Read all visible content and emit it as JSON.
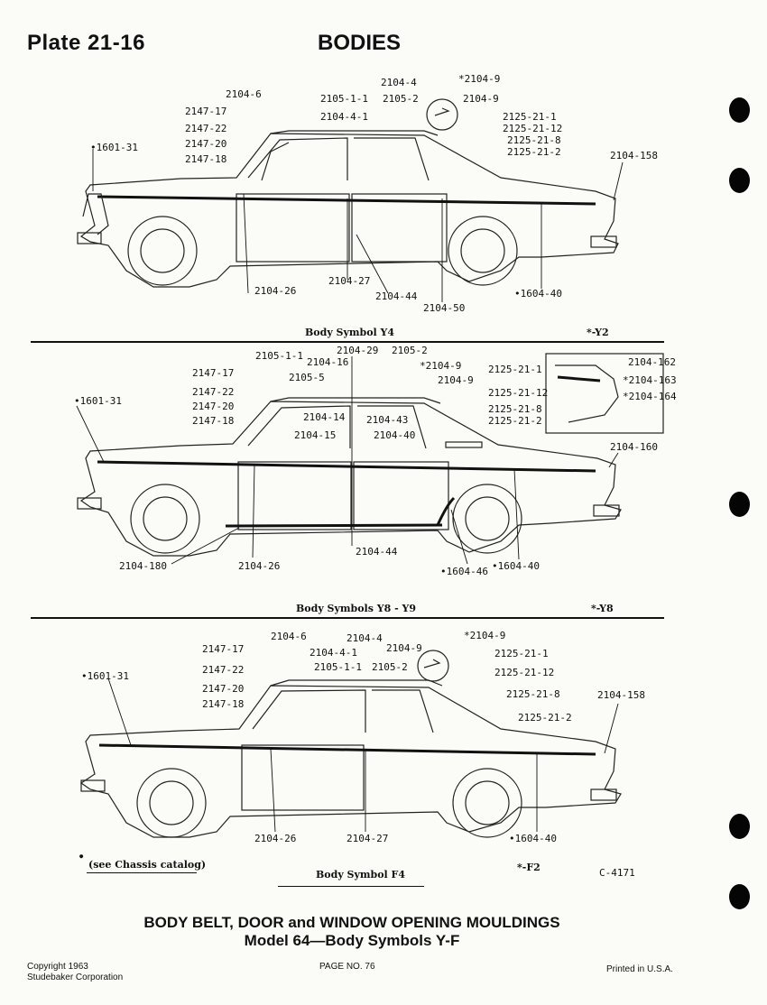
{
  "header": {
    "plate": "Plate 21-16",
    "title": "BODIES"
  },
  "diagram1": {
    "caption": "Body Symbol Y4",
    "note": "*-Y2",
    "labels": [
      "*2104-9",
      "2104-4",
      "2104-6",
      "2105-1-1",
      "2105-2",
      "2104-9",
      "2147-17",
      "2104-4-1",
      "2125-21-1",
      "2147-22",
      "2125-21-12",
      "2147-20",
      "2125-21-8",
      "•1601-31",
      "2125-21-2",
      "2147-18",
      "2104-158",
      "2104-27",
      "2104-26",
      "2104-44",
      "•1604-40",
      "2104-50"
    ]
  },
  "diagram2": {
    "caption": "Body Symbols Y8 - Y9",
    "note": "*-Y8",
    "labels": [
      "2104-29",
      "2105-1-1",
      "2105-2",
      "2104-16",
      "*2104-9",
      "2125-21-1",
      "2147-17",
      "2105-5",
      "2104-9",
      "2147-22",
      "2125-21-12",
      "•1601-31",
      "2147-20",
      "2104-14",
      "2104-43",
      "2125-21-8",
      "2147-18",
      "2104-15",
      "2104-40",
      "2125-21-2",
      "2104-160",
      "2104-44",
      "2104-180",
      "2104-26",
      "•1604-46",
      "•1604-40",
      "2104-162",
      "*2104-163",
      "*2104-164"
    ]
  },
  "diagram3": {
    "caption": "Body Symbol F4",
    "note": "*-F2",
    "labels": [
      "2104-6",
      "2104-4",
      "*2104-9",
      "2147-17",
      "2104-4-1",
      "2104-9",
      "2125-21-1",
      "2147-22",
      "2105-1-1",
      "2105-2",
      "2125-21-12",
      "•1601-31",
      "2147-20",
      "2125-21-8",
      "2104-158",
      "2147-18",
      "2125-21-2",
      "2104-26",
      "2104-27",
      "•1604-40"
    ]
  },
  "footer": {
    "chassis_note": "(see Chassis catalog)",
    "code": "C-4171",
    "title1": "BODY BELT, DOOR and WINDOW OPENING MOULDINGS",
    "title2": "Model 64—Body Symbols Y-F",
    "copyright1": "Copyright 1963",
    "copyright2": "Studebaker Corporation",
    "page": "PAGE NO. 76",
    "printed": "Printed in U.S.A."
  }
}
